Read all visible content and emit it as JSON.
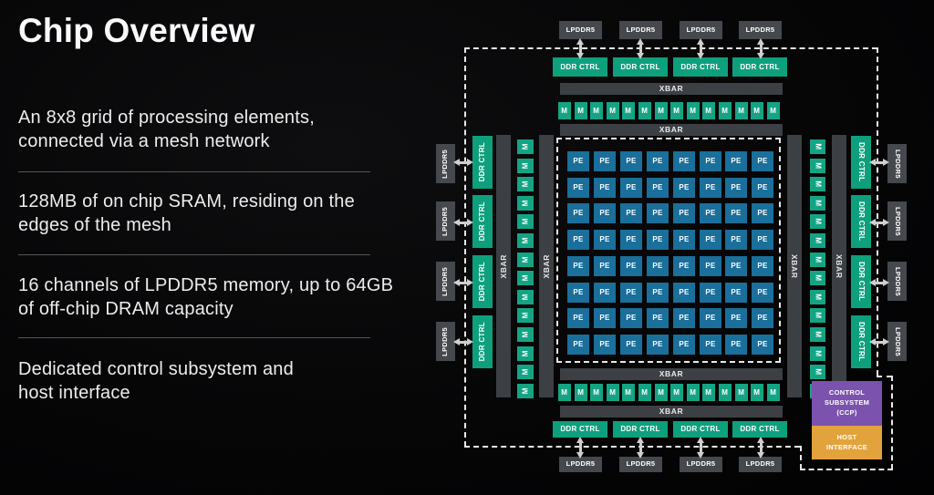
{
  "slide": {
    "title": "Chip Overview",
    "bullets": [
      "An 8x8 grid of processing elements,\nconnected via a mesh network",
      "128MB of on chip SRAM, residing on the\nedges of the mesh",
      "16 channels of LPDDR5 memory, up to 64GB\nof off-chip DRAM capacity",
      "Dedicated control subsystem and\nhost interface"
    ]
  },
  "diagram": {
    "labels": {
      "lpddr5": "LPDDR5",
      "ddr_ctrl": "DDR CTRL",
      "xbar": "XBAR",
      "mem_tile": "M",
      "pe_tile": "PE",
      "control_subsystem": "CONTROL\nSUBSYSTEM\n(CCP)",
      "host_interface": "HOST\nINTERFACE"
    },
    "structure": {
      "pe_rows": 8,
      "pe_cols": 8,
      "mem_tiles_per_edge": 14,
      "lpddr5_channels_per_edge": 4,
      "ddr_ctrl_per_edge": 4,
      "xbar_bars_horizontal": 4,
      "xbar_bars_vertical": 4
    },
    "colors": {
      "teal": "#0ea07c",
      "mem_teal": "#14a484",
      "pe_blue": "#1a6f9b",
      "bar_gray": "#3c4044",
      "box_gray": "#45484c",
      "purple": "#7b52ae",
      "orange": "#e2a33c",
      "dash": "#e8e8e8",
      "arrow": "#cfcfcf",
      "divider": "#565656",
      "text": "#f4f4f4",
      "background": "#060607"
    }
  }
}
